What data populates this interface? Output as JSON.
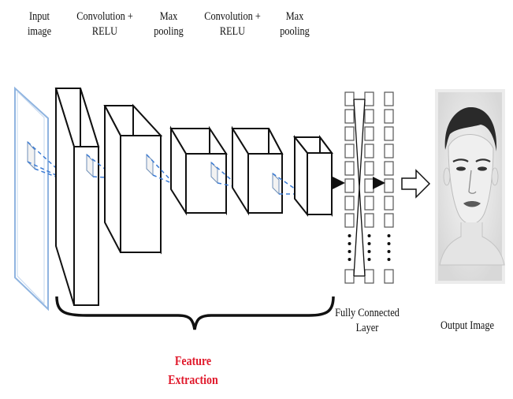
{
  "labels": {
    "input_image": [
      "Input",
      "image"
    ],
    "conv1": [
      "Convolution +",
      "RELU"
    ],
    "pool1": [
      "Max",
      "pooling"
    ],
    "conv2": [
      "Convolution +",
      "RELU"
    ],
    "pool2": [
      "Max",
      "pooling"
    ],
    "fully_connected": [
      "Fully Connected",
      "Layer"
    ],
    "output_image": "Output Image",
    "feature_extraction": [
      "Feature",
      "Extraction"
    ]
  },
  "icons": {
    "output_face": "sketch-face-image"
  },
  "colors": {
    "stroke": "#111111",
    "input_plane": "#8fb4e0",
    "receptive_field": "#3b7bd4",
    "feature_extraction_text": "#e0192b"
  }
}
